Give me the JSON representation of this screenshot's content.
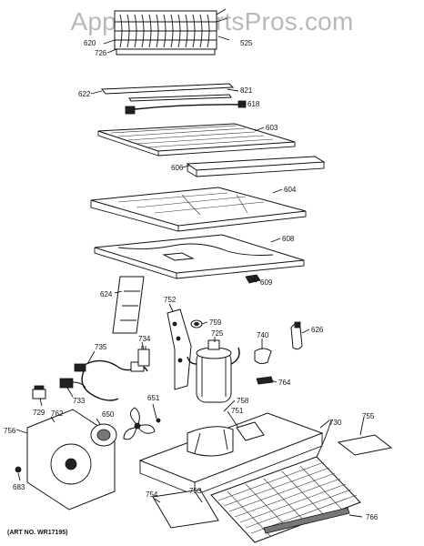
{
  "watermark": "AppliancePartsPros.com",
  "art_note": "(ART NO. WR17195)",
  "part_labels": {
    "p620": "620",
    "p726": "726",
    "p525": "525",
    "p622": "622",
    "p821": "821",
    "p618": "618",
    "p603": "603",
    "p606": "606",
    "p604": "604",
    "p608": "608",
    "p609": "609",
    "p624": "624",
    "p752": "752",
    "p759": "759",
    "p626": "626",
    "p725": "725",
    "p740": "740",
    "p735": "735",
    "p734": "734",
    "p764": "764",
    "p729": "729",
    "p733": "733",
    "p651": "651",
    "p758": "758",
    "p751": "751",
    "p730": "730",
    "p755": "755",
    "p650": "650",
    "p756": "756",
    "p762": "762",
    "p683": "683",
    "p754": "754",
    "p753": "753",
    "p766": "766"
  }
}
